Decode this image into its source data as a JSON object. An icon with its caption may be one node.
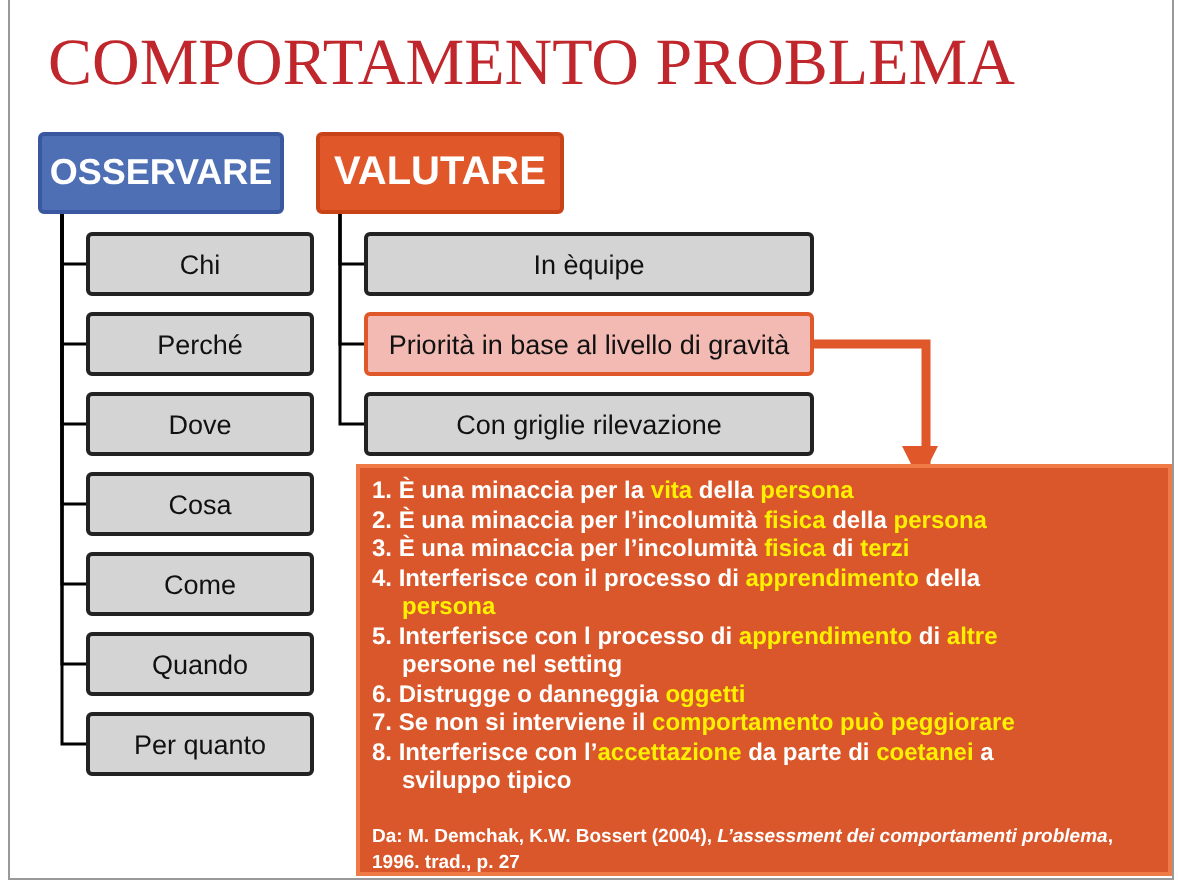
{
  "diagram": {
    "title": "COMPORTAMENTO PROBLEMA",
    "nodes": [
      {
        "text": [
          "OSSERVARE"
        ]
      },
      {
        "text": [
          "Chi"
        ]
      },
      {
        "text": [
          "Perché"
        ]
      },
      {
        "text": [
          "Dove"
        ]
      },
      {
        "text": [
          "Cosa"
        ]
      },
      {
        "text": [
          "Come"
        ]
      },
      {
        "text": [
          "Quando"
        ]
      },
      {
        "text": [
          "Per quanto"
        ]
      },
      {
        "text": [
          "VALUTARE"
        ]
      },
      {
        "text": [
          "In  èquipe"
        ]
      },
      {
        "text": [
          "Priorità in base al livello di gravità"
        ]
      },
      {
        "text": [
          "Con griglie rilevazione"
        ]
      },
      {
        "text": [
          "1. È una minaccia per la **vita** della **persona**",
          "2. È una minaccia per l’incolumità **fisica** della **persona**",
          "3. È una minaccia per l’incolumità **fisica** di **terzi**",
          "4. Interferisce con il processo di **apprendimento** della **persona**",
          "5. Interferisce con l processo di **apprendimento** di **altre** persone nel setting",
          "6. Distrugge o danneggia **oggetti**",
          "7. Se non si interviene il **comportamento può peggiorare**",
          "8. Interferisce con l’**accettazione** da parte di **coetanei** a sviluppo tipico",
          "Da: M. Demchak, K.W. Bossert (2004), *L’assessment dei comportamenti problema*, 1996. trad., p. 27"
        ]
      }
    ],
    "edges": [
      {
        "from": 0,
        "to": 1,
        "arrow": "none"
      },
      {
        "from": 0,
        "to": 2,
        "arrow": "none"
      },
      {
        "from": 0,
        "to": 3,
        "arrow": "none"
      },
      {
        "from": 0,
        "to": 4,
        "arrow": "none"
      },
      {
        "from": 0,
        "to": 5,
        "arrow": "none"
      },
      {
        "from": 0,
        "to": 6,
        "arrow": "none"
      },
      {
        "from": 0,
        "to": 7,
        "arrow": "none"
      },
      {
        "from": 8,
        "to": 9,
        "arrow": "none"
      },
      {
        "from": 8,
        "to": 10,
        "arrow": "none"
      },
      {
        "from": 8,
        "to": 11,
        "arrow": "none"
      },
      {
        "from": 10,
        "to": 12,
        "arrow": "to",
        "style": "thick",
        "color": "#e0572a"
      }
    ]
  }
}
